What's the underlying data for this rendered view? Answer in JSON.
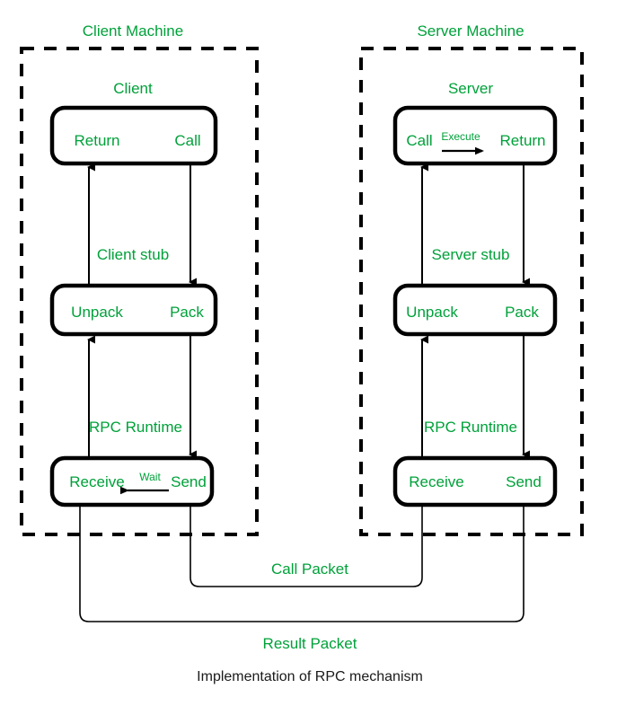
{
  "diagram": {
    "caption": "Implementation of RPC mechanism",
    "colors": {
      "label_green": "#00a13a",
      "caption_black": "#1a1a1a",
      "stroke_black": "#000000",
      "background": "#ffffff"
    },
    "machines": [
      {
        "id": "client-machine",
        "title": "Client Machine",
        "layers": [
          {
            "id": "client-layer",
            "title": "Client",
            "left_label": "Return",
            "right_label": "Call",
            "inner_label": "",
            "inner_arrow_direction": "none"
          },
          {
            "id": "client-stub-layer",
            "title": "Client stub",
            "left_label": "Unpack",
            "right_label": "Pack",
            "inner_label": "",
            "inner_arrow_direction": "none"
          },
          {
            "id": "client-runtime-layer",
            "title": "RPC Runtime",
            "left_label": "Receive",
            "right_label": "Send",
            "inner_label": "Wait",
            "inner_arrow_direction": "left"
          }
        ]
      },
      {
        "id": "server-machine",
        "title": "Server Machine",
        "layers": [
          {
            "id": "server-layer",
            "title": "Server",
            "left_label": "Call",
            "right_label": "Return",
            "inner_label": "Execute",
            "inner_arrow_direction": "right"
          },
          {
            "id": "server-stub-layer",
            "title": "Server stub",
            "left_label": "Unpack",
            "right_label": "Pack",
            "inner_label": "",
            "inner_arrow_direction": "none"
          },
          {
            "id": "server-runtime-layer",
            "title": "RPC Runtime",
            "left_label": "Receive",
            "right_label": "Send",
            "inner_label": "",
            "inner_arrow_direction": "none"
          }
        ]
      }
    ],
    "packets": [
      {
        "id": "call-packet",
        "label": "Call Packet",
        "from": "client-runtime-send",
        "to": "server-runtime-receive"
      },
      {
        "id": "result-packet",
        "label": "Result Packet",
        "from": "server-runtime-send",
        "to": "client-runtime-receive"
      }
    ]
  }
}
